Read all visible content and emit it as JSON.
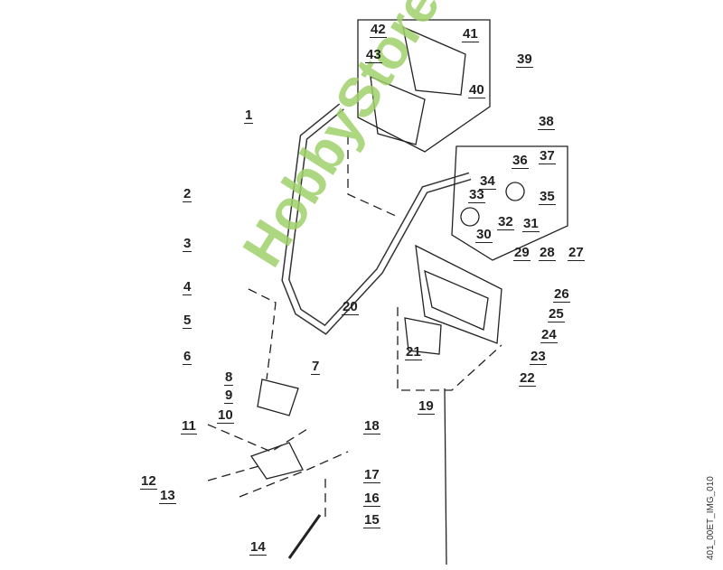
{
  "diagram": {
    "type": "exploded-parts-diagram",
    "watermark": "HobbyStore.it",
    "image_code": "401_00ET_IMG_010",
    "parts": [
      {
        "n": "1"
      },
      {
        "n": "2"
      },
      {
        "n": "3"
      },
      {
        "n": "4"
      },
      {
        "n": "5"
      },
      {
        "n": "6"
      },
      {
        "n": "7"
      },
      {
        "n": "8"
      },
      {
        "n": "9"
      },
      {
        "n": "10"
      },
      {
        "n": "11"
      },
      {
        "n": "12"
      },
      {
        "n": "13"
      },
      {
        "n": "14"
      },
      {
        "n": "15"
      },
      {
        "n": "16"
      },
      {
        "n": "17"
      },
      {
        "n": "18"
      },
      {
        "n": "19"
      },
      {
        "n": "20"
      },
      {
        "n": "21"
      },
      {
        "n": "22"
      },
      {
        "n": "23"
      },
      {
        "n": "24"
      },
      {
        "n": "25"
      },
      {
        "n": "26"
      },
      {
        "n": "27"
      },
      {
        "n": "28"
      },
      {
        "n": "29"
      },
      {
        "n": "30"
      },
      {
        "n": "31"
      },
      {
        "n": "32"
      },
      {
        "n": "33"
      },
      {
        "n": "34"
      },
      {
        "n": "35"
      },
      {
        "n": "36"
      },
      {
        "n": "37"
      },
      {
        "n": "38"
      },
      {
        "n": "39"
      },
      {
        "n": "40"
      },
      {
        "n": "41"
      },
      {
        "n": "42"
      },
      {
        "n": "43"
      }
    ]
  }
}
